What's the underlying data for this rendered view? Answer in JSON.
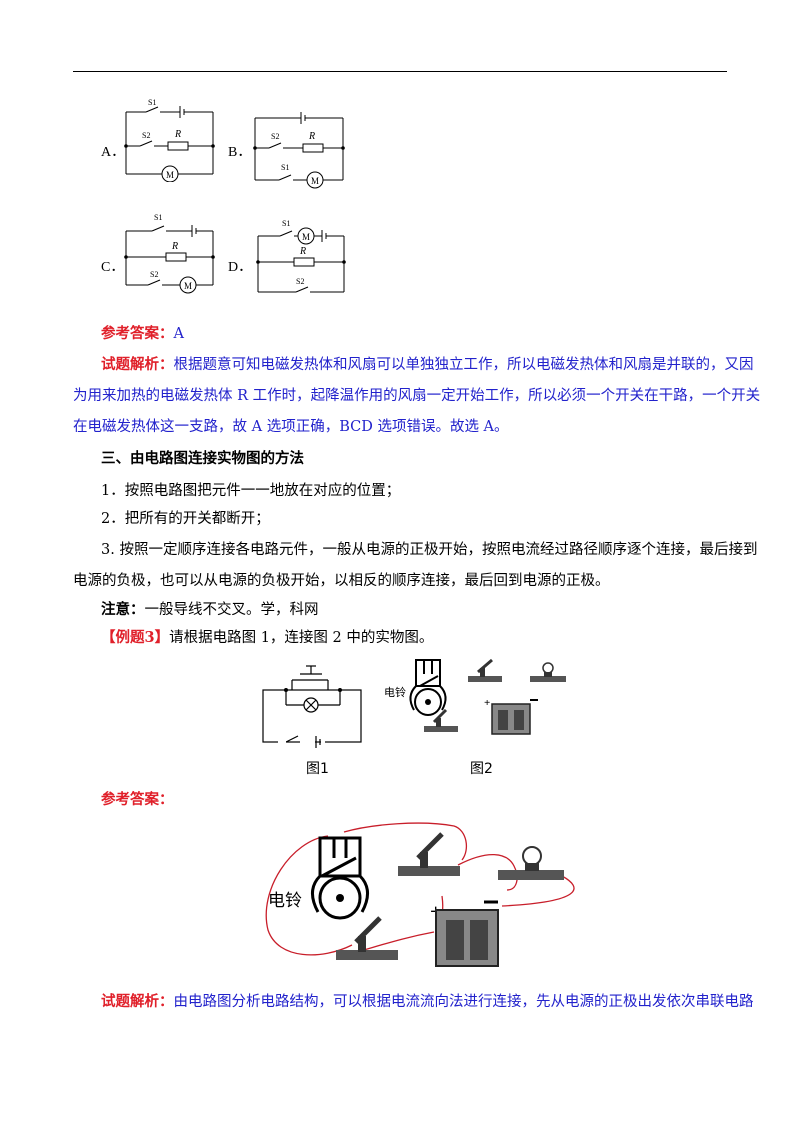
{
  "options": {
    "a": "A．",
    "b": "B．",
    "c": "C．",
    "d": "D．",
    "s1": "S1",
    "s2": "S2",
    "r": "R",
    "m": "M"
  },
  "answer1": {
    "label": "参考答案：",
    "value": "A"
  },
  "analysis1": {
    "label": "试题解析：",
    "line1": "根据题意可知电磁发热体和风扇可以单独独立工作，所以电磁发热体和风扇是并联的，又因",
    "line2": "为用来加热的电磁发热体 R 工作时，起降温作用的风扇一定开始工作，所以必须一个开关在干路，一个开关",
    "line3": "在电磁发热体这一支路，故 A 选项正确，BCD 选项错误。故选 A。"
  },
  "section3": {
    "heading": "三、由电路图连接实物图的方法",
    "step1": "1．按照电路图把元件一一地放在对应的位置；",
    "step2": "2．把所有的开关都断开；",
    "step3_line1": "3. 按照一定顺序连接各电路元件，一般从电源的正极开始，按照电流经过路径顺序逐个连接，最后接到",
    "step3_line2": "电源的负极，也可以从电源的负极开始，以相反的顺序连接，最后回到电源的正极。",
    "note_label": "注意：",
    "note_text": "一般导线不交叉。学，科网"
  },
  "example3": {
    "label": "【例题3】",
    "text": "请根据电路图 1，连接图 2 中的实物图。",
    "fig1_caption": "图1",
    "fig2_caption": "图2",
    "bell_label": "电铃"
  },
  "answer2": {
    "label": "参考答案："
  },
  "analysis2": {
    "label": "试题解析：",
    "text": "由电路图分析电路结构，可以根据电流流向法进行连接，先从电源的正极出发依次串联电路"
  },
  "colors": {
    "red": "#e0202a",
    "blue": "#2222cc",
    "wire": "#c81e2a"
  }
}
